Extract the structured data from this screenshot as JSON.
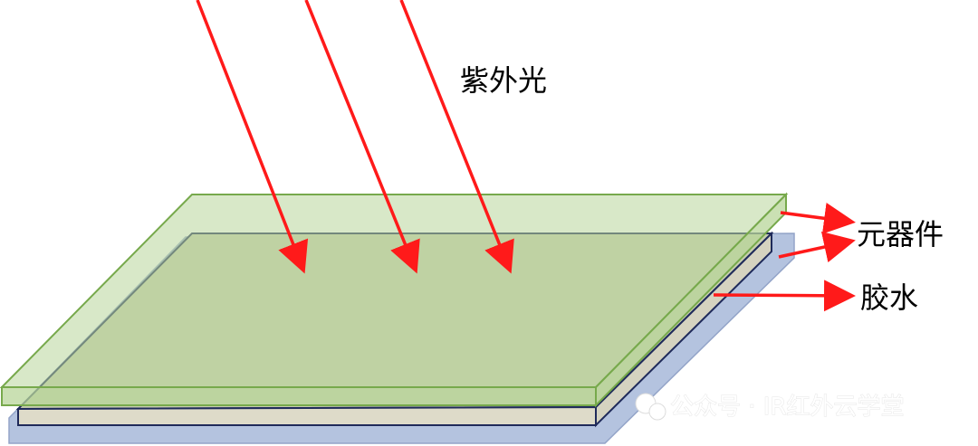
{
  "labels": {
    "uv_light": "紫外光",
    "component": "元器件",
    "glue": "胶水"
  },
  "watermark": {
    "source": "公众号 · IR红外云学堂"
  },
  "colors": {
    "arrow": "#ff1a1a",
    "top_glass_fill": "#c2dba8",
    "top_glass_edge": "#77a94c",
    "glue_layer_fill": "#d9d8c6",
    "glue_layer_edge": "#1f2a5a",
    "base_fill": "#a9b8d8",
    "base_edge": "#8f9fc4"
  }
}
